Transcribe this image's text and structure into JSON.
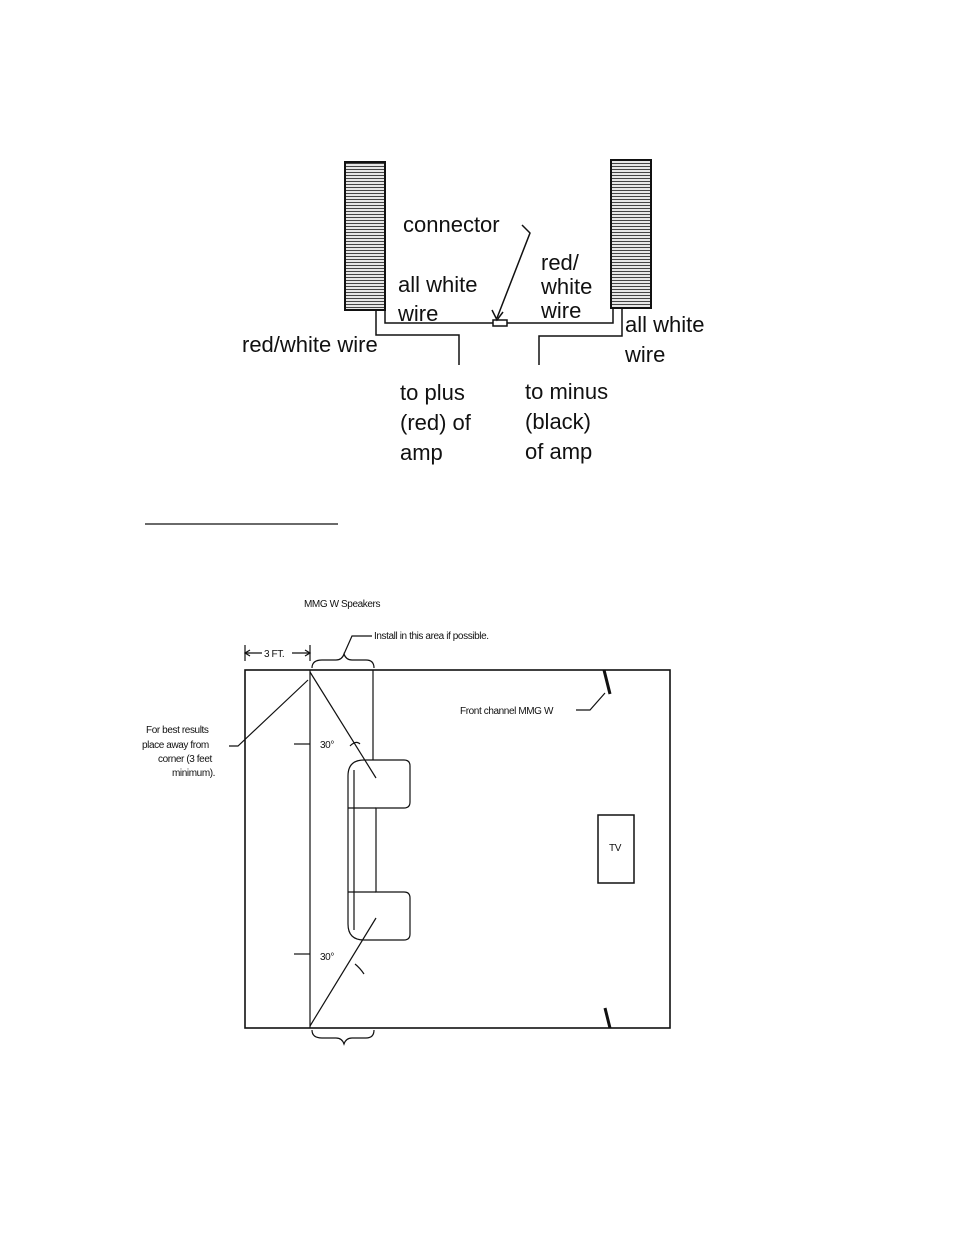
{
  "wiring_diagram": {
    "labels": {
      "connector": "connector",
      "all_white_wire_left_1": "all white",
      "all_white_wire_left_2": "wire",
      "red_white_wire_right_1": "red/",
      "red_white_wire_right_2": "white",
      "red_white_wire_right_3": "wire",
      "all_white_wire_right_1": "all white",
      "all_white_wire_right_2": "wire",
      "red_white_wire_left": "red/white wire",
      "to_plus_1": "to plus",
      "to_plus_2": "(red) of",
      "to_plus_3": "amp",
      "to_minus_1": "to minus",
      "to_minus_2": "(black)",
      "to_minus_3": "of amp"
    }
  },
  "room_diagram": {
    "labels": {
      "speakers_title": "MMG W Speakers",
      "install_area": "Install in this area if possible.",
      "three_ft": "3 FT.",
      "front_channel": "Front channel MMG W",
      "best_results_1": "For best results",
      "best_results_2": "place away from",
      "best_results_3": "corner (3 feet",
      "best_results_4": "minimum).",
      "angle_top": "30°",
      "angle_bottom": "30°",
      "tv": "TV"
    }
  },
  "colors": {
    "ink": "#111111",
    "speaker_fill": "#bdbdbd",
    "background": "#ffffff"
  }
}
